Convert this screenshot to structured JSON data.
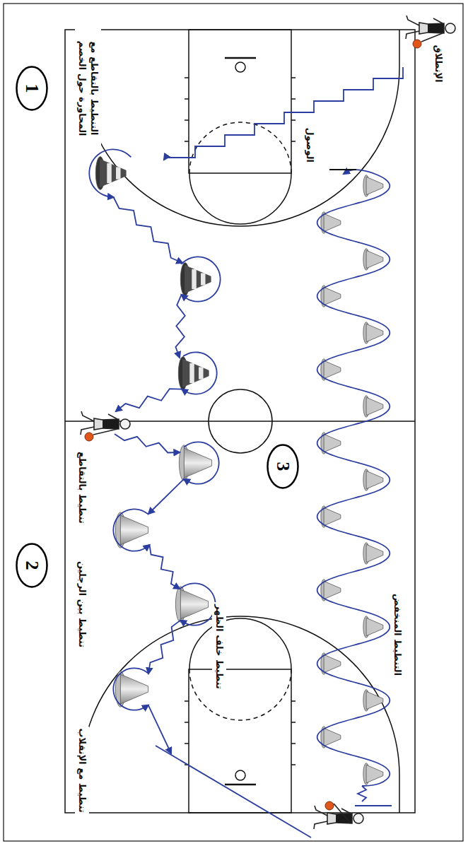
{
  "diagram": {
    "nodes": [
      {
        "text": [
          "1"
        ]
      },
      {
        "text": [
          "2"
        ]
      },
      {
        "text": [
          "3"
        ]
      }
    ],
    "labels": [
      "الإنطلاق",
      "الوصول",
      "التنطيط بالتقاطع مع المحاورة حول الخصم",
      "تنطيط بالتقاطع",
      "تنطيط بين الرجلين",
      "تنطيط خلف الظهر",
      "تنطيط مع الإنقلاب",
      "التنطيط المنخفض"
    ]
  }
}
